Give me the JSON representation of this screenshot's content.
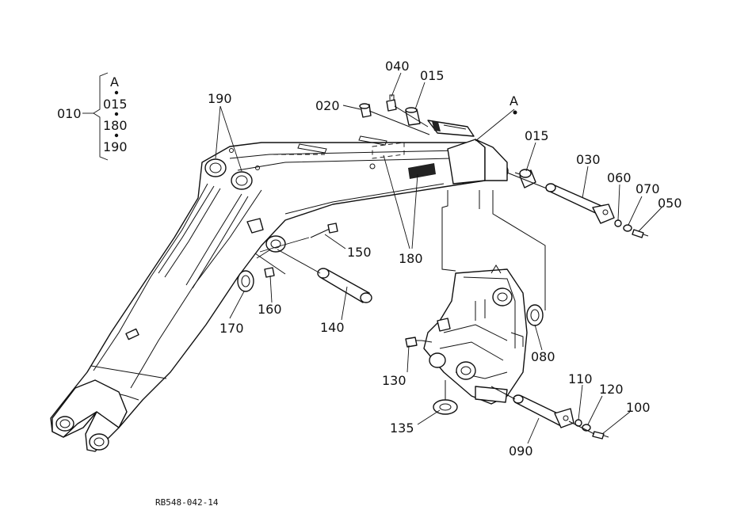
{
  "diagram": {
    "callouts": {
      "p010": "010",
      "p015_a": "015",
      "p015_b": "015",
      "p020": "020",
      "p030": "030",
      "p040": "040",
      "p050": "050",
      "p060": "060",
      "p070": "070",
      "p080": "080",
      "p090": "090",
      "p100": "100",
      "p110": "110",
      "p120": "120",
      "p130": "130",
      "p135": "135",
      "p140": "140",
      "p150": "150",
      "p160": "160",
      "p170": "170",
      "p180": "180",
      "p190": "190",
      "marker_a": "A"
    },
    "assembly_group": {
      "header": "A",
      "items": [
        "015",
        "180",
        "190"
      ]
    },
    "reference_code": "RB548-042-14"
  }
}
